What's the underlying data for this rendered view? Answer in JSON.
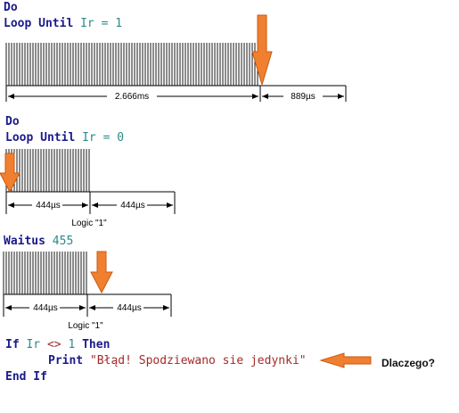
{
  "block1": {
    "line1": {
      "kw": "Do"
    },
    "line2": {
      "kw": "Loop Until",
      "var": "Ir",
      "op": "=",
      "num": "1"
    },
    "dim_burst": "2.666ms",
    "dim_gap": "889µs"
  },
  "block2": {
    "line1": {
      "kw": "Do"
    },
    "line2": {
      "kw": "Loop Until",
      "var": "Ir",
      "op": "=",
      "num": "0"
    },
    "dim_a": "444µs",
    "dim_b": "444µs",
    "logic_label": "Logic \"1\""
  },
  "block3": {
    "line1": {
      "kw": "Waitus",
      "num": "455"
    },
    "dim_a": "444µs",
    "dim_b": "444µs",
    "logic_label": "Logic \"1\""
  },
  "block4": {
    "line1": {
      "kw_if": "If",
      "var": "Ir",
      "op": "<>",
      "num": "1",
      "kw_then": "Then"
    },
    "line2": {
      "kw": "Print",
      "str": "\"Błąd! Spodziewano sie jedynki\""
    },
    "line3": {
      "kw": "End If"
    },
    "question": "Dlaczego?"
  },
  "colors": {
    "arrow": "#f08030",
    "keyword": "#1a1a8c",
    "variable": "#2a8a8a",
    "string": "#a52a2a"
  }
}
